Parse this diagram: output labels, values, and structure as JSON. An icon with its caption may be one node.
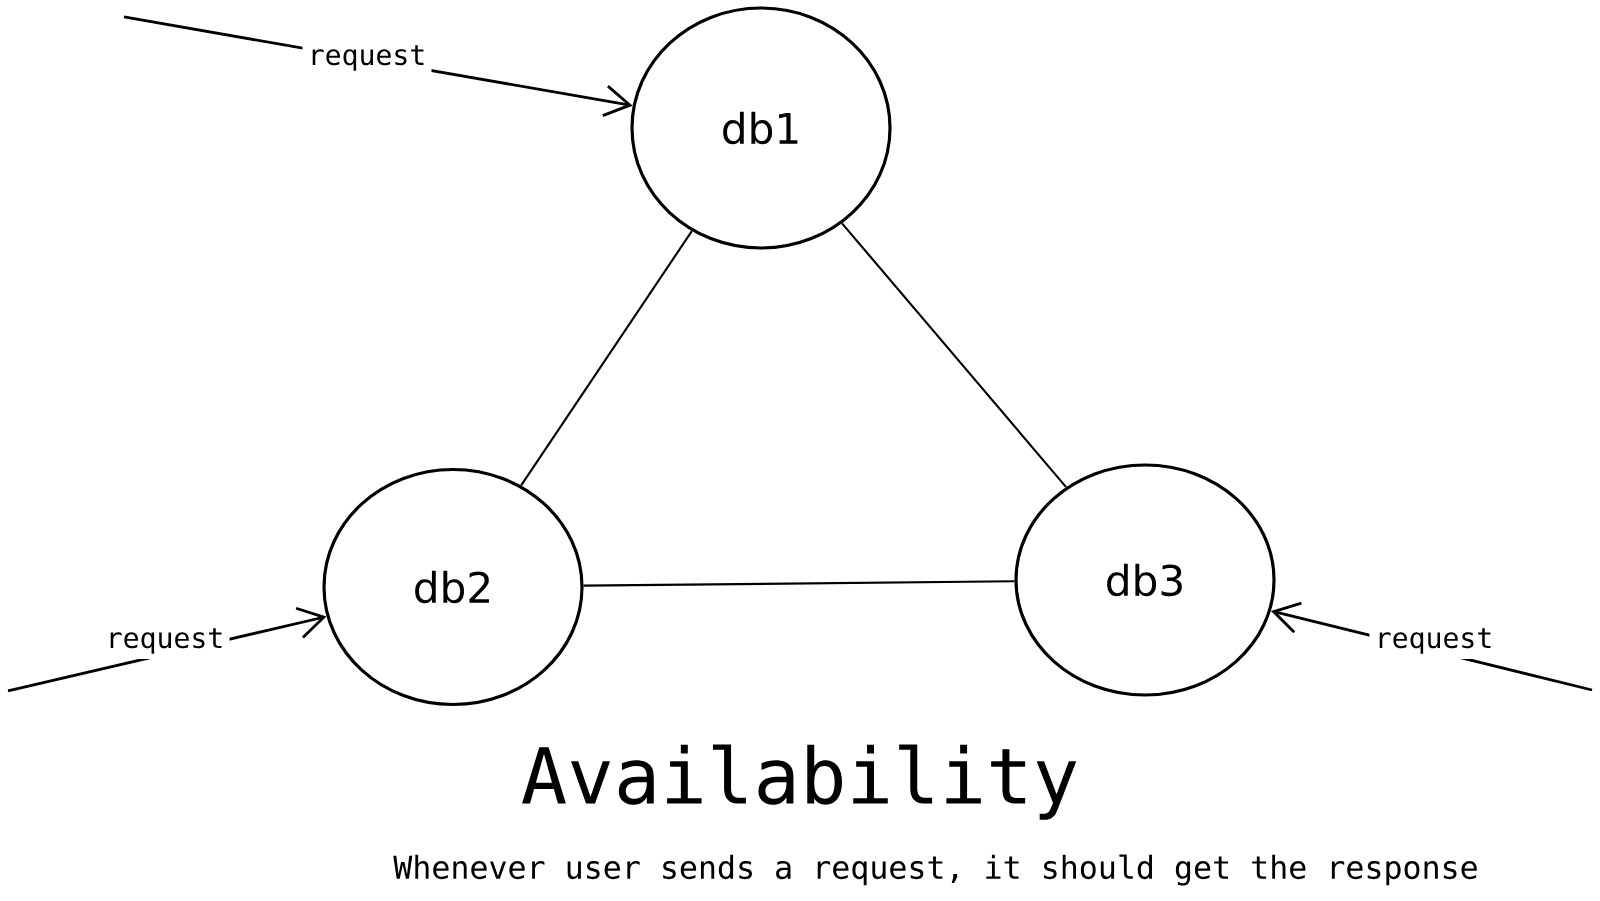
{
  "diagram": {
    "title": "Availability",
    "caption": "Whenever user sends a request, it should get the response",
    "nodes": [
      {
        "text": [
          "db1"
        ]
      },
      {
        "text": [
          "db2"
        ]
      },
      {
        "text": [
          "db3"
        ]
      }
    ],
    "edges": [
      {
        "from": null,
        "to": 0,
        "arrow": "to",
        "label": "request"
      },
      {
        "from": null,
        "to": 1,
        "arrow": "to",
        "label": "request"
      },
      {
        "from": null,
        "to": 2,
        "arrow": "to",
        "label": "request"
      },
      {
        "from": 0,
        "to": 1,
        "arrow": "none"
      },
      {
        "from": 0,
        "to": 2,
        "arrow": "none"
      },
      {
        "from": 1,
        "to": 2,
        "arrow": "none"
      }
    ]
  }
}
